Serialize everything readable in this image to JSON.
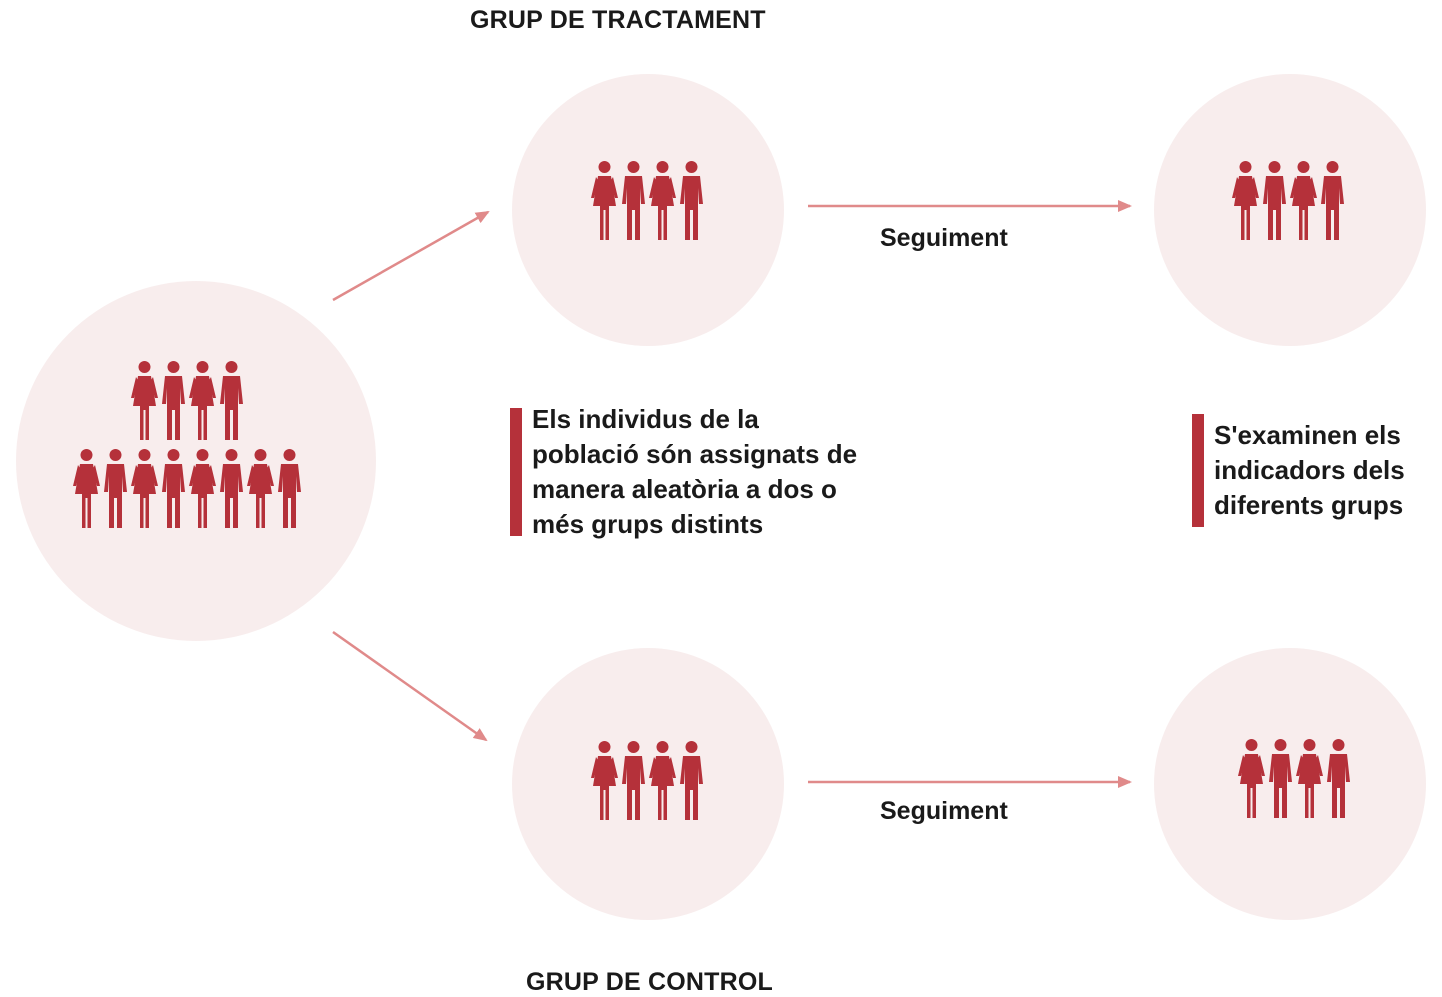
{
  "labels": {
    "treatment_group": "GRUP DE TRACTAMENT",
    "control_group": "GRUP DE CONTROL",
    "follow_up_top": "Seguiment",
    "follow_up_bottom": "Seguiment",
    "random_assignment": "Els individus de la població són assignats de manera aleatòria a dos o més grups distints",
    "examine_indicators": "S'examinen els indicadors dels diferents grups"
  },
  "icons": {
    "person": "person-icon",
    "crowd_population": "population-crowd-icon",
    "crowd_group": "group-crowd-icon"
  },
  "colors": {
    "accent": "#b5313a",
    "circle_fill": "#f8eded",
    "arrow": "#e08a8a",
    "text": "#1a1a1a"
  }
}
